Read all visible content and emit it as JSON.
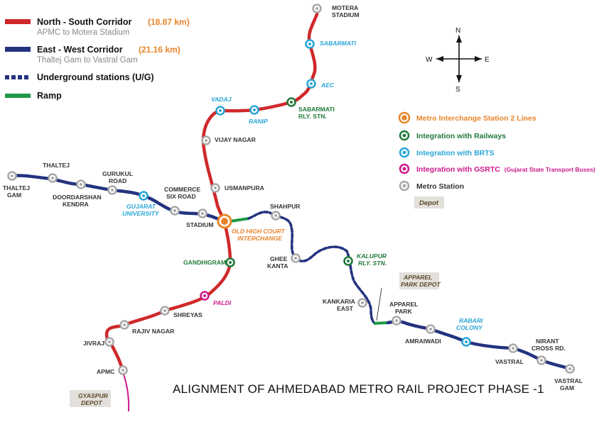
{
  "legend": {
    "ns_title": "North - South Corridor",
    "ns_length": "(18.87 km)",
    "ns_sub": "APMC to Motera Stadium",
    "ew_title": "East - West Corridor",
    "ew_length": "(21.16 km)",
    "ew_sub": "Thaltej Gam to Vastral Gam",
    "underground": "Underground stations (U/G)",
    "ramp": "Ramp"
  },
  "key": {
    "interchange": "Metro Interchange Station 2 Lines",
    "railways": "Integration with Railways",
    "brts": "Integration with BRTS",
    "gsrtc": "Integration with GSRTC",
    "gsrtc_note": "(Gujarat State Transport Buses)",
    "metro_station": "Metro Station",
    "depot": "Depot"
  },
  "compass": {
    "north": "N",
    "south": "S",
    "east": "E",
    "west": "W"
  },
  "title": "ALIGNMENT OF AHMEDABAD METRO RAIL PROJECT PHASE -1",
  "colors": {
    "north_south": "#d0282a",
    "east_west": "#24337f",
    "ramp": "#1e9a46",
    "interchange": "#e8852b",
    "railways": "#1f7a3a",
    "brts": "#2aa6d6",
    "gsrtc": "#cc1b8c",
    "metro": "#a8a8a8",
    "depot_fill": "#e3e0db"
  },
  "depots": {
    "apparel": [
      "APPAREL",
      "PARK DEPOT"
    ],
    "gyaspur": [
      "GYASPUR",
      "DEPOT"
    ]
  },
  "stations": {
    "motera": [
      "MOTERA",
      "STADIUM"
    ],
    "sabarmati": [
      "SABARMATI"
    ],
    "aec": [
      "AEC"
    ],
    "sabarmati_rly": [
      "SABARMATI",
      "RLY. STN."
    ],
    "ranip": [
      "RANIP"
    ],
    "vadaj": [
      "VADAJ"
    ],
    "vijay_nagar": [
      "VIJAY NAGAR"
    ],
    "usmanpura": [
      "USMANPURA"
    ],
    "old_high_court": [
      "OLD HIGH COURT",
      "INTERCHANGE"
    ],
    "gandhigram": [
      "GANDHIGRAM"
    ],
    "paldi": [
      "PALDI"
    ],
    "shreyas": [
      "SHREYAS"
    ],
    "rajiv_nagar": [
      "RAJIV NAGAR"
    ],
    "jivraj": [
      "JIVRAJ"
    ],
    "apmc": [
      "APMC"
    ],
    "thaltej_gam": [
      "THALTEJ",
      "GAM"
    ],
    "thaltej": [
      "THALTEJ"
    ],
    "doordarshan": [
      "DOORDARSHAN",
      "KENDRA"
    ],
    "gurukul": [
      "GURUKUL",
      "ROAD"
    ],
    "gujarat_univ": [
      "GUJARAT",
      "UNIVERSITY"
    ],
    "commerce": [
      "COMMERCE",
      "SIX ROAD"
    ],
    "stadium": [
      "STADIUM"
    ],
    "shahpur": [
      "SHAHPUR"
    ],
    "ghee_kanta": [
      "GHEE",
      "KANTA"
    ],
    "kalupur": [
      "KALUPUR",
      "RLY. STN."
    ],
    "kankaria": [
      "KANKARIA",
      "EAST"
    ],
    "apparel_park": [
      "APPAREL",
      "PARK"
    ],
    "amraiwadi": [
      "AMRAIWADI"
    ],
    "rabari": [
      "RABARI",
      "COLONY"
    ],
    "vastral": [
      "VASTRAL"
    ],
    "nirant": [
      "NIRANT",
      "CROSS RD."
    ],
    "vastral_gam": [
      "VASTRAL",
      "GAM"
    ]
  }
}
